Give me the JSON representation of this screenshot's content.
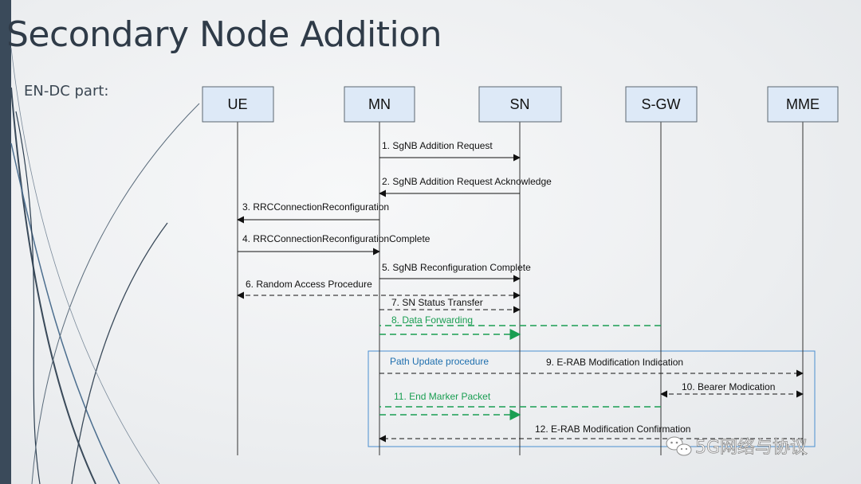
{
  "slide": {
    "title": "Secondary Node Addition",
    "subtitle": "EN-DC part:"
  },
  "actors": [
    "UE",
    "MN",
    "SN",
    "S-GW",
    "MME"
  ],
  "group_label": "Path Update procedure",
  "messages": [
    {
      "label": "1. SgNB Addition Request",
      "from": "MN",
      "to": "SN",
      "style": "solid",
      "color": "black"
    },
    {
      "label": "2. SgNB Addition Request Acknowledge",
      "from": "SN",
      "to": "MN",
      "style": "solid",
      "color": "black"
    },
    {
      "label": "3. RRCConnectionReconfiguration",
      "from": "MN",
      "to": "UE",
      "style": "solid",
      "color": "black"
    },
    {
      "label": "4. RRCConnectionReconfigurationComplete",
      "from": "UE",
      "to": "MN",
      "style": "solid",
      "color": "black"
    },
    {
      "label": "5. SgNB Reconfiguration Complete",
      "from": "MN",
      "to": "SN",
      "style": "solid",
      "color": "black"
    },
    {
      "label": "6. Random Access Procedure",
      "from": "UE",
      "to": "SN",
      "style": "dashed",
      "color": "black",
      "bidirectional": true
    },
    {
      "label": "7. SN Status Transfer",
      "from": "MN",
      "to": "SN",
      "style": "dashed",
      "color": "black"
    },
    {
      "label": "8. Data Forwarding",
      "from": "S-GW",
      "to": "MN",
      "style": "dashed",
      "color": "green",
      "forward_to": "SN"
    },
    {
      "label": "9. E-RAB  Modification Indication",
      "from": "MN",
      "to": "MME",
      "style": "dashed",
      "color": "black"
    },
    {
      "label": "10. Bearer Modication",
      "from": "S-GW",
      "to": "MME",
      "style": "dashed",
      "color": "black",
      "bidirectional": true
    },
    {
      "label": "11. End Marker Packet",
      "from": "S-GW",
      "to": "MN",
      "style": "dashed",
      "color": "green",
      "forward_to": "SN"
    },
    {
      "label": "12. E-RAB Modification Confirmation",
      "from": "MME",
      "to": "MN",
      "style": "dashed",
      "color": "black"
    }
  ],
  "watermark": "5G网络与协议",
  "colors": {
    "actor_fill": "#dde9f7",
    "green": "#1a9e52",
    "group_border": "#4a8fd0",
    "group_label": "#1f6fae"
  }
}
